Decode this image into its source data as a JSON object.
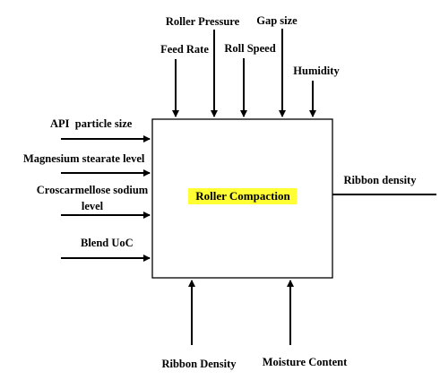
{
  "diagram": {
    "center": {
      "label": "Roller Compaction",
      "highlight_color": "#ffff33"
    },
    "top_inputs": [
      {
        "label": "Roller Pressure"
      },
      {
        "label": "Gap size"
      },
      {
        "label": "Feed Rate"
      },
      {
        "label": "Roll Speed"
      },
      {
        "label": "Humidity"
      }
    ],
    "left_inputs": [
      {
        "label": "API  particle size"
      },
      {
        "label": "Magnesium stearate level"
      },
      {
        "label_line1": "Croscarmellose sodium",
        "label_line2": "level"
      },
      {
        "label": "Blend UoC"
      }
    ],
    "bottom_inputs": [
      {
        "label": "Ribbon Density"
      },
      {
        "label": "Moisture Content"
      }
    ],
    "outputs": [
      {
        "label": "Ribbon density"
      }
    ]
  }
}
